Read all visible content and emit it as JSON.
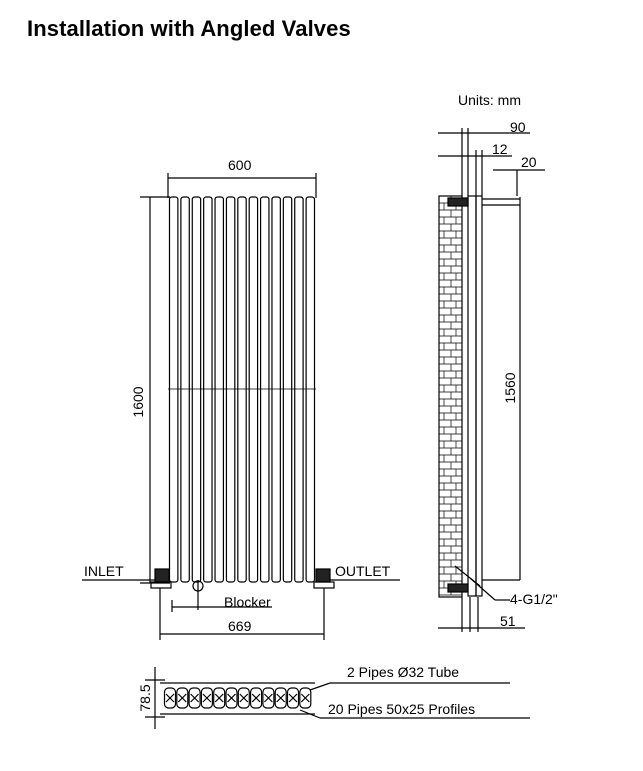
{
  "title": "Installation with Angled Valves",
  "units": "Units: mm",
  "front": {
    "width_label": "600",
    "height_label": "1600",
    "overall_label": "669",
    "inlet": "INLET",
    "outlet": "OUTLET",
    "blocker": "Blocker"
  },
  "side": {
    "d90": "90",
    "d12": "12",
    "d20": "20",
    "height": "1560",
    "thread": "4-G1/2\"",
    "d51": "51"
  },
  "section": {
    "depth": "78.5",
    "pipes_tube": "2 Pipes Ø32  Tube",
    "pipes_profiles": "20 Pipes 50x25   Profiles"
  }
}
